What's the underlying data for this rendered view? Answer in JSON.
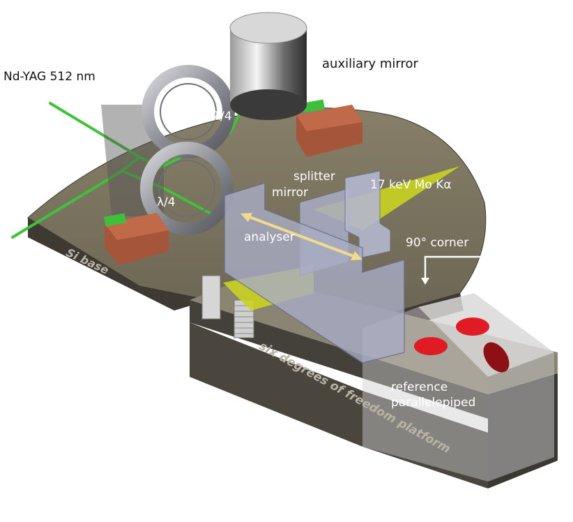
{
  "labels": {
    "laser": "Nd-YAG 512 nm",
    "aux_mirror": "auxiliary mirror",
    "lambda_top": "λ/4",
    "lambda_bottom": "λ/4",
    "splitter": "splitter",
    "mirror": "mirror",
    "xray": "17 keV Mo Kα",
    "analyser": "analyser",
    "corner": "90° corner",
    "si_base": "Si base",
    "platform": "six degrees of freedom platform",
    "reference_line1": "reference",
    "reference_line2": "parallelepiped"
  },
  "colors": {
    "base_top": "#7a7560",
    "base_side": "#3e3a33",
    "laser_beam": "#3fc23a",
    "xray_beam": "#c9d320",
    "crystal": "#a9adc6",
    "clamp": "#a5553a",
    "reference_dot": "#e01b24",
    "arrow": "#f2dc8a"
  }
}
